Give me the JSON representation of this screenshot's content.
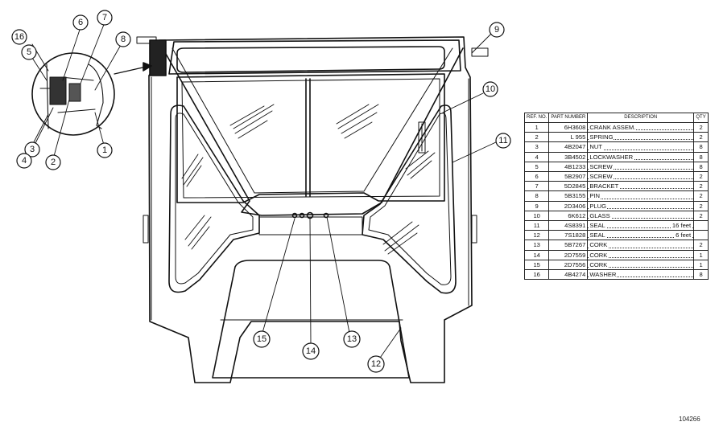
{
  "callouts": [
    "1",
    "2",
    "3",
    "4",
    "5",
    "6",
    "7",
    "8",
    "9",
    "10",
    "11",
    "12",
    "13",
    "14",
    "15",
    "16"
  ],
  "table": {
    "headers": {
      "ref": "REF. NO.",
      "part": "PART NUMBER",
      "desc": "DESCRIPTION",
      "qty": "QTY"
    },
    "rows": [
      {
        "ref": "1",
        "part": "6H3608",
        "desc": "CRANK ASSEM.",
        "note": "",
        "qty": "2"
      },
      {
        "ref": "2",
        "part": "L 955",
        "desc": "SPRING",
        "note": "",
        "qty": "2"
      },
      {
        "ref": "3",
        "part": "4B2047",
        "desc": "NUT",
        "note": "",
        "qty": "8"
      },
      {
        "ref": "4",
        "part": "3B4502",
        "desc": "LOCKWASHER",
        "note": "",
        "qty": "8"
      },
      {
        "ref": "5",
        "part": "4B1233",
        "desc": "SCREW",
        "note": "",
        "qty": "8"
      },
      {
        "ref": "6",
        "part": "5B2907",
        "desc": "SCREW",
        "note": "",
        "qty": "2"
      },
      {
        "ref": "7",
        "part": "5D2845",
        "desc": "BRACKET",
        "note": "",
        "qty": "2"
      },
      {
        "ref": "8",
        "part": "5B3155",
        "desc": "PIN",
        "note": "",
        "qty": "2"
      },
      {
        "ref": "9",
        "part": "2D3406",
        "desc": "PLUG",
        "note": "",
        "qty": "2"
      },
      {
        "ref": "10",
        "part": "6K612",
        "desc": "GLASS",
        "note": "",
        "qty": "2"
      },
      {
        "ref": "11",
        "part": "4S8391",
        "desc": "SEAL",
        "note": "16 feet",
        "qty": ""
      },
      {
        "ref": "12",
        "part": "7S1828",
        "desc": "SEAL",
        "note": "6 feet",
        "qty": ""
      },
      {
        "ref": "13",
        "part": "5B7267",
        "desc": "CORK",
        "note": "",
        "qty": "2"
      },
      {
        "ref": "14",
        "part": "2D7559",
        "desc": "CORK",
        "note": "",
        "qty": "1"
      },
      {
        "ref": "15",
        "part": "2D7556",
        "desc": "CORK",
        "note": "",
        "qty": "1"
      },
      {
        "ref": "16",
        "part": "4B4274",
        "desc": "WASHER",
        "note": "",
        "qty": "8"
      }
    ]
  },
  "drawing_number": "104266"
}
